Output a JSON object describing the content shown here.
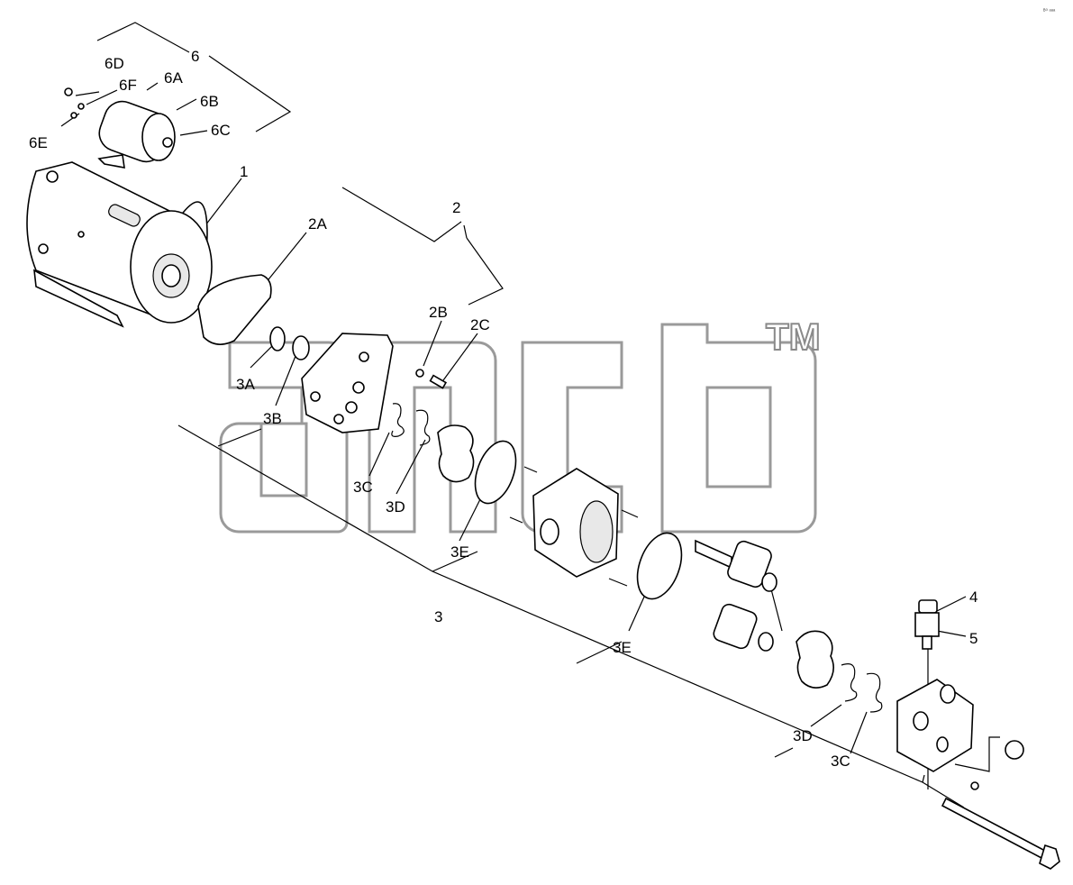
{
  "watermark": {
    "trademark": "TM"
  },
  "corner_code": "ᴮ⁰ ᵃᵃᵃ",
  "labels": {
    "l6": "6",
    "l6D": "6D",
    "l6F": "6F",
    "l6A": "6A",
    "l6B": "6B",
    "l6C": "6C",
    "l6E": "6E",
    "l1": "1",
    "l2A": "2A",
    "l2": "2",
    "l2B": "2B",
    "l2C": "2C",
    "l3A": "3A",
    "l3B": "3B",
    "l3C_top": "3C",
    "l3D_top": "3D",
    "l3E_top": "3E",
    "l3": "3",
    "l3E_bottom": "3E",
    "l4": "4",
    "l5": "5",
    "l3D_bottom": "3D",
    "l3C_bottom": "3C"
  }
}
